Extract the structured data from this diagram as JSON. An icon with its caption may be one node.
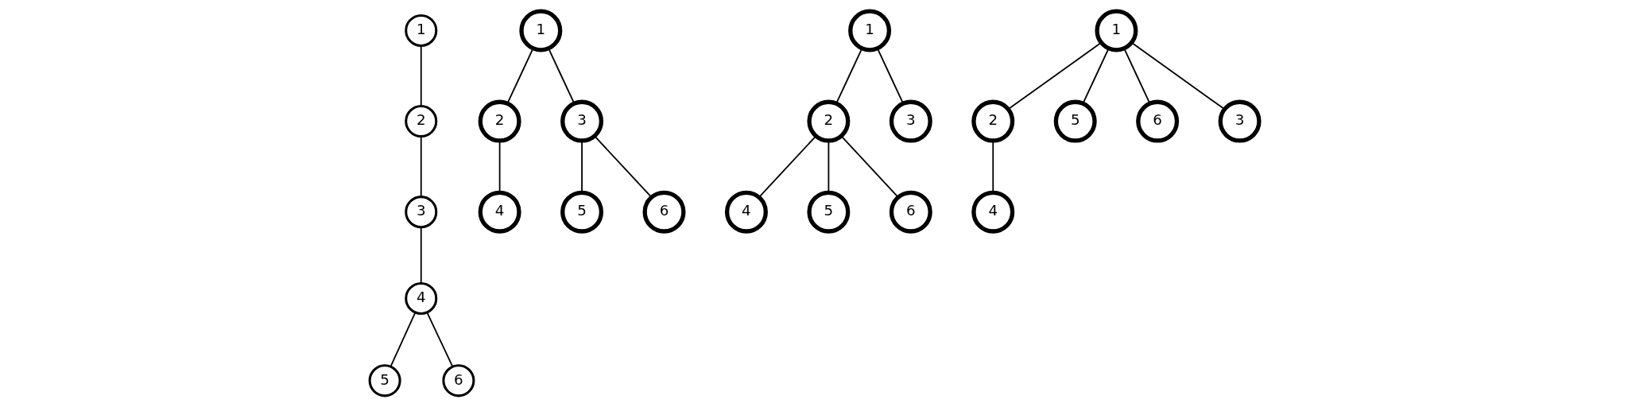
{
  "diagram": {
    "nodes": [
      {
        "text": [
          "1"
        ]
      },
      {
        "text": [
          "2"
        ]
      },
      {
        "text": [
          "3"
        ]
      },
      {
        "text": [
          "4"
        ]
      },
      {
        "text": [
          "5"
        ]
      },
      {
        "text": [
          "6"
        ]
      },
      {
        "text": [
          "1"
        ]
      },
      {
        "text": [
          "2"
        ]
      },
      {
        "text": [
          "3"
        ]
      },
      {
        "text": [
          "4"
        ]
      },
      {
        "text": [
          "5"
        ]
      },
      {
        "text": [
          "6"
        ]
      },
      {
        "text": [
          "1"
        ]
      },
      {
        "text": [
          "2"
        ]
      },
      {
        "text": [
          "3"
        ]
      },
      {
        "text": [
          "4"
        ]
      },
      {
        "text": [
          "5"
        ]
      },
      {
        "text": [
          "6"
        ]
      },
      {
        "text": [
          "1"
        ]
      },
      {
        "text": [
          "2"
        ]
      },
      {
        "text": [
          "5"
        ]
      },
      {
        "text": [
          "6"
        ]
      },
      {
        "text": [
          "3"
        ]
      },
      {
        "text": [
          "4"
        ]
      }
    ],
    "edges": [
      {
        "from": 0,
        "to": 1,
        "arrow": "none"
      },
      {
        "from": 1,
        "to": 2,
        "arrow": "none"
      },
      {
        "from": 2,
        "to": 3,
        "arrow": "none"
      },
      {
        "from": 3,
        "to": 4,
        "arrow": "none"
      },
      {
        "from": 3,
        "to": 5,
        "arrow": "none"
      },
      {
        "from": 6,
        "to": 7,
        "arrow": "none"
      },
      {
        "from": 6,
        "to": 8,
        "arrow": "none"
      },
      {
        "from": 7,
        "to": 9,
        "arrow": "none"
      },
      {
        "from": 8,
        "to": 10,
        "arrow": "none"
      },
      {
        "from": 8,
        "to": 11,
        "arrow": "none"
      },
      {
        "from": 12,
        "to": 13,
        "arrow": "none"
      },
      {
        "from": 12,
        "to": 14,
        "arrow": "none"
      },
      {
        "from": 13,
        "to": 15,
        "arrow": "none"
      },
      {
        "from": 13,
        "to": 16,
        "arrow": "none"
      },
      {
        "from": 13,
        "to": 17,
        "arrow": "none"
      },
      {
        "from": 18,
        "to": 19,
        "arrow": "none"
      },
      {
        "from": 18,
        "to": 20,
        "arrow": "none"
      },
      {
        "from": 18,
        "to": 21,
        "arrow": "none"
      },
      {
        "from": 18,
        "to": 22,
        "arrow": "none"
      },
      {
        "from": 19,
        "to": 23,
        "arrow": "none"
      }
    ]
  }
}
